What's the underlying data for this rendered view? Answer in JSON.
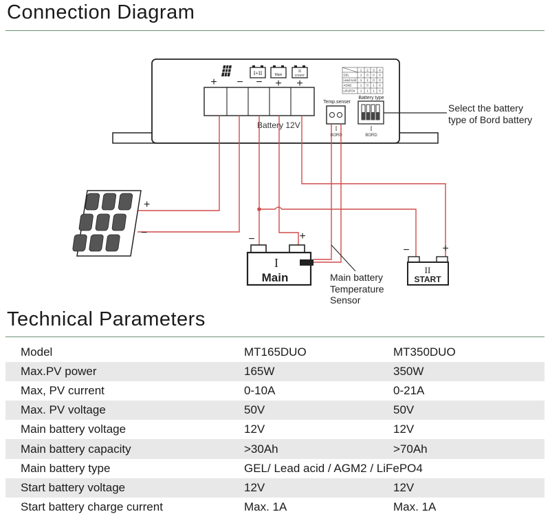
{
  "connection_diagram": {
    "title": "Connection Diagram",
    "controller": {
      "terminal_icons": {
        "solar": "solar-panel-icon",
        "main": "I+II",
        "main_small": "Main",
        "start_roman": "II",
        "start_small": "START"
      },
      "polarity": {
        "pv_plus": "+",
        "pv_minus": "−",
        "main_minus": "−",
        "main_plus": "+",
        "start_plus": "+"
      },
      "terminal_label": "Battery 12V",
      "temp_sensor_label": "Temp.senser",
      "temp_sensor_roman": "I",
      "temp_sensor_sub": "BORD",
      "battery_type_label": "Battery type",
      "battery_type_roman": "I",
      "battery_type_sub": "BORD",
      "dip_table": {
        "header": [
          "1",
          "2",
          "3",
          "4"
        ],
        "rows": [
          {
            "name": "GEL",
            "cells": [
              "1",
              "0",
              "0",
              "0"
            ]
          },
          {
            "name": "Lead Acid",
            "cells": [
              "1",
              "1",
              "0",
              "0"
            ]
          },
          {
            "name": "AGM2",
            "cells": [
              "1",
              "0",
              "1",
              "0"
            ]
          },
          {
            "name": "LiFePO4",
            "cells": [
              "1",
              "1",
              "1",
              "0"
            ]
          }
        ]
      }
    },
    "callout_select": [
      "Select the battery",
      "type of Bord battery"
    ],
    "solar_panel": {
      "plus": "+",
      "minus": "−"
    },
    "main_battery": {
      "roman": "I",
      "name": "Main",
      "minus": "−",
      "plus": "+"
    },
    "sensor_callout": [
      "Main battery",
      "Temperature",
      "Sensor"
    ],
    "start_battery": {
      "roman": "II",
      "name": "START",
      "minus": "−",
      "plus": "+"
    },
    "colors": {
      "wire": "#d14a4a",
      "rule": "#6b8f74",
      "stripe": "#e8e8e8",
      "panel_cell": "#555555"
    }
  },
  "technical_parameters": {
    "title": "Technical Parameters",
    "rows": [
      [
        "Model",
        "MT165DUO",
        "MT350DUO"
      ],
      [
        "Max.PV power",
        "165W",
        "350W"
      ],
      [
        "Max, PV current",
        "0-10A",
        "0-21A"
      ],
      [
        "Max. PV voltage",
        "50V",
        "50V"
      ],
      [
        "Main battery voltage",
        "12V",
        "12V"
      ],
      [
        "Main battery capacity",
        ">30Ah",
        ">70Ah"
      ],
      [
        "Main battery type",
        "GEL/ Lead acid / AGM2 / LiFePO4"
      ],
      [
        "Start battery voltage",
        "12V",
        "12V"
      ],
      [
        "Start battery charge current",
        "Max. 1A",
        "Max. 1A"
      ]
    ]
  }
}
